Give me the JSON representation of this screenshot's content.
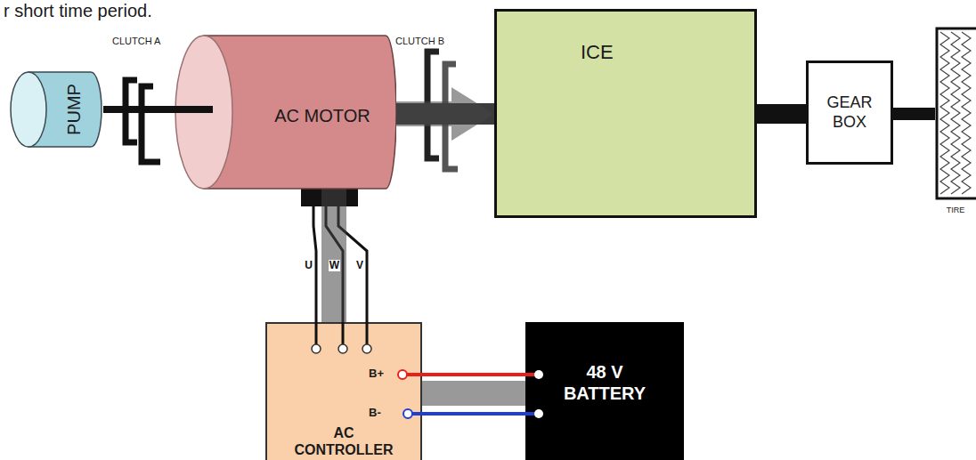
{
  "diagram": {
    "nodes": [
      {
        "text": [
          "PUMP"
        ]
      },
      {
        "text": [
          "AC MOTOR"
        ]
      },
      {
        "text": [
          "ICE"
        ]
      },
      {
        "text": [
          "GEAR BOX"
        ]
      },
      {
        "text": [
          "TIRE"
        ]
      },
      {
        "text": [
          "AC CONTROLLER"
        ]
      },
      {
        "text": [
          "48 V BATTERY"
        ]
      }
    ],
    "edges": [
      {
        "from": 0,
        "to": 1,
        "arrow": "none"
      },
      {
        "from": 1,
        "to": 2,
        "arrow": "none"
      },
      {
        "from": 2,
        "to": 3,
        "arrow": "none"
      },
      {
        "from": 3,
        "to": 4,
        "arrow": "none"
      },
      {
        "from": 1,
        "to": 5,
        "label": "U",
        "arrow": "none"
      },
      {
        "from": 1,
        "to": 5,
        "label": "W",
        "arrow": "none"
      },
      {
        "from": 1,
        "to": 5,
        "label": "V",
        "arrow": "none"
      },
      {
        "from": 5,
        "to": 6,
        "arrow": "none"
      },
      {
        "from": 5,
        "to": 6,
        "arrow": "none"
      },
      {
        "from": 6,
        "to": 2,
        "arrow": "to"
      }
    ],
    "labels": [
      "r short time period.",
      "CLUTCH A",
      "CLUTCH B",
      "B+",
      "B-"
    ]
  }
}
